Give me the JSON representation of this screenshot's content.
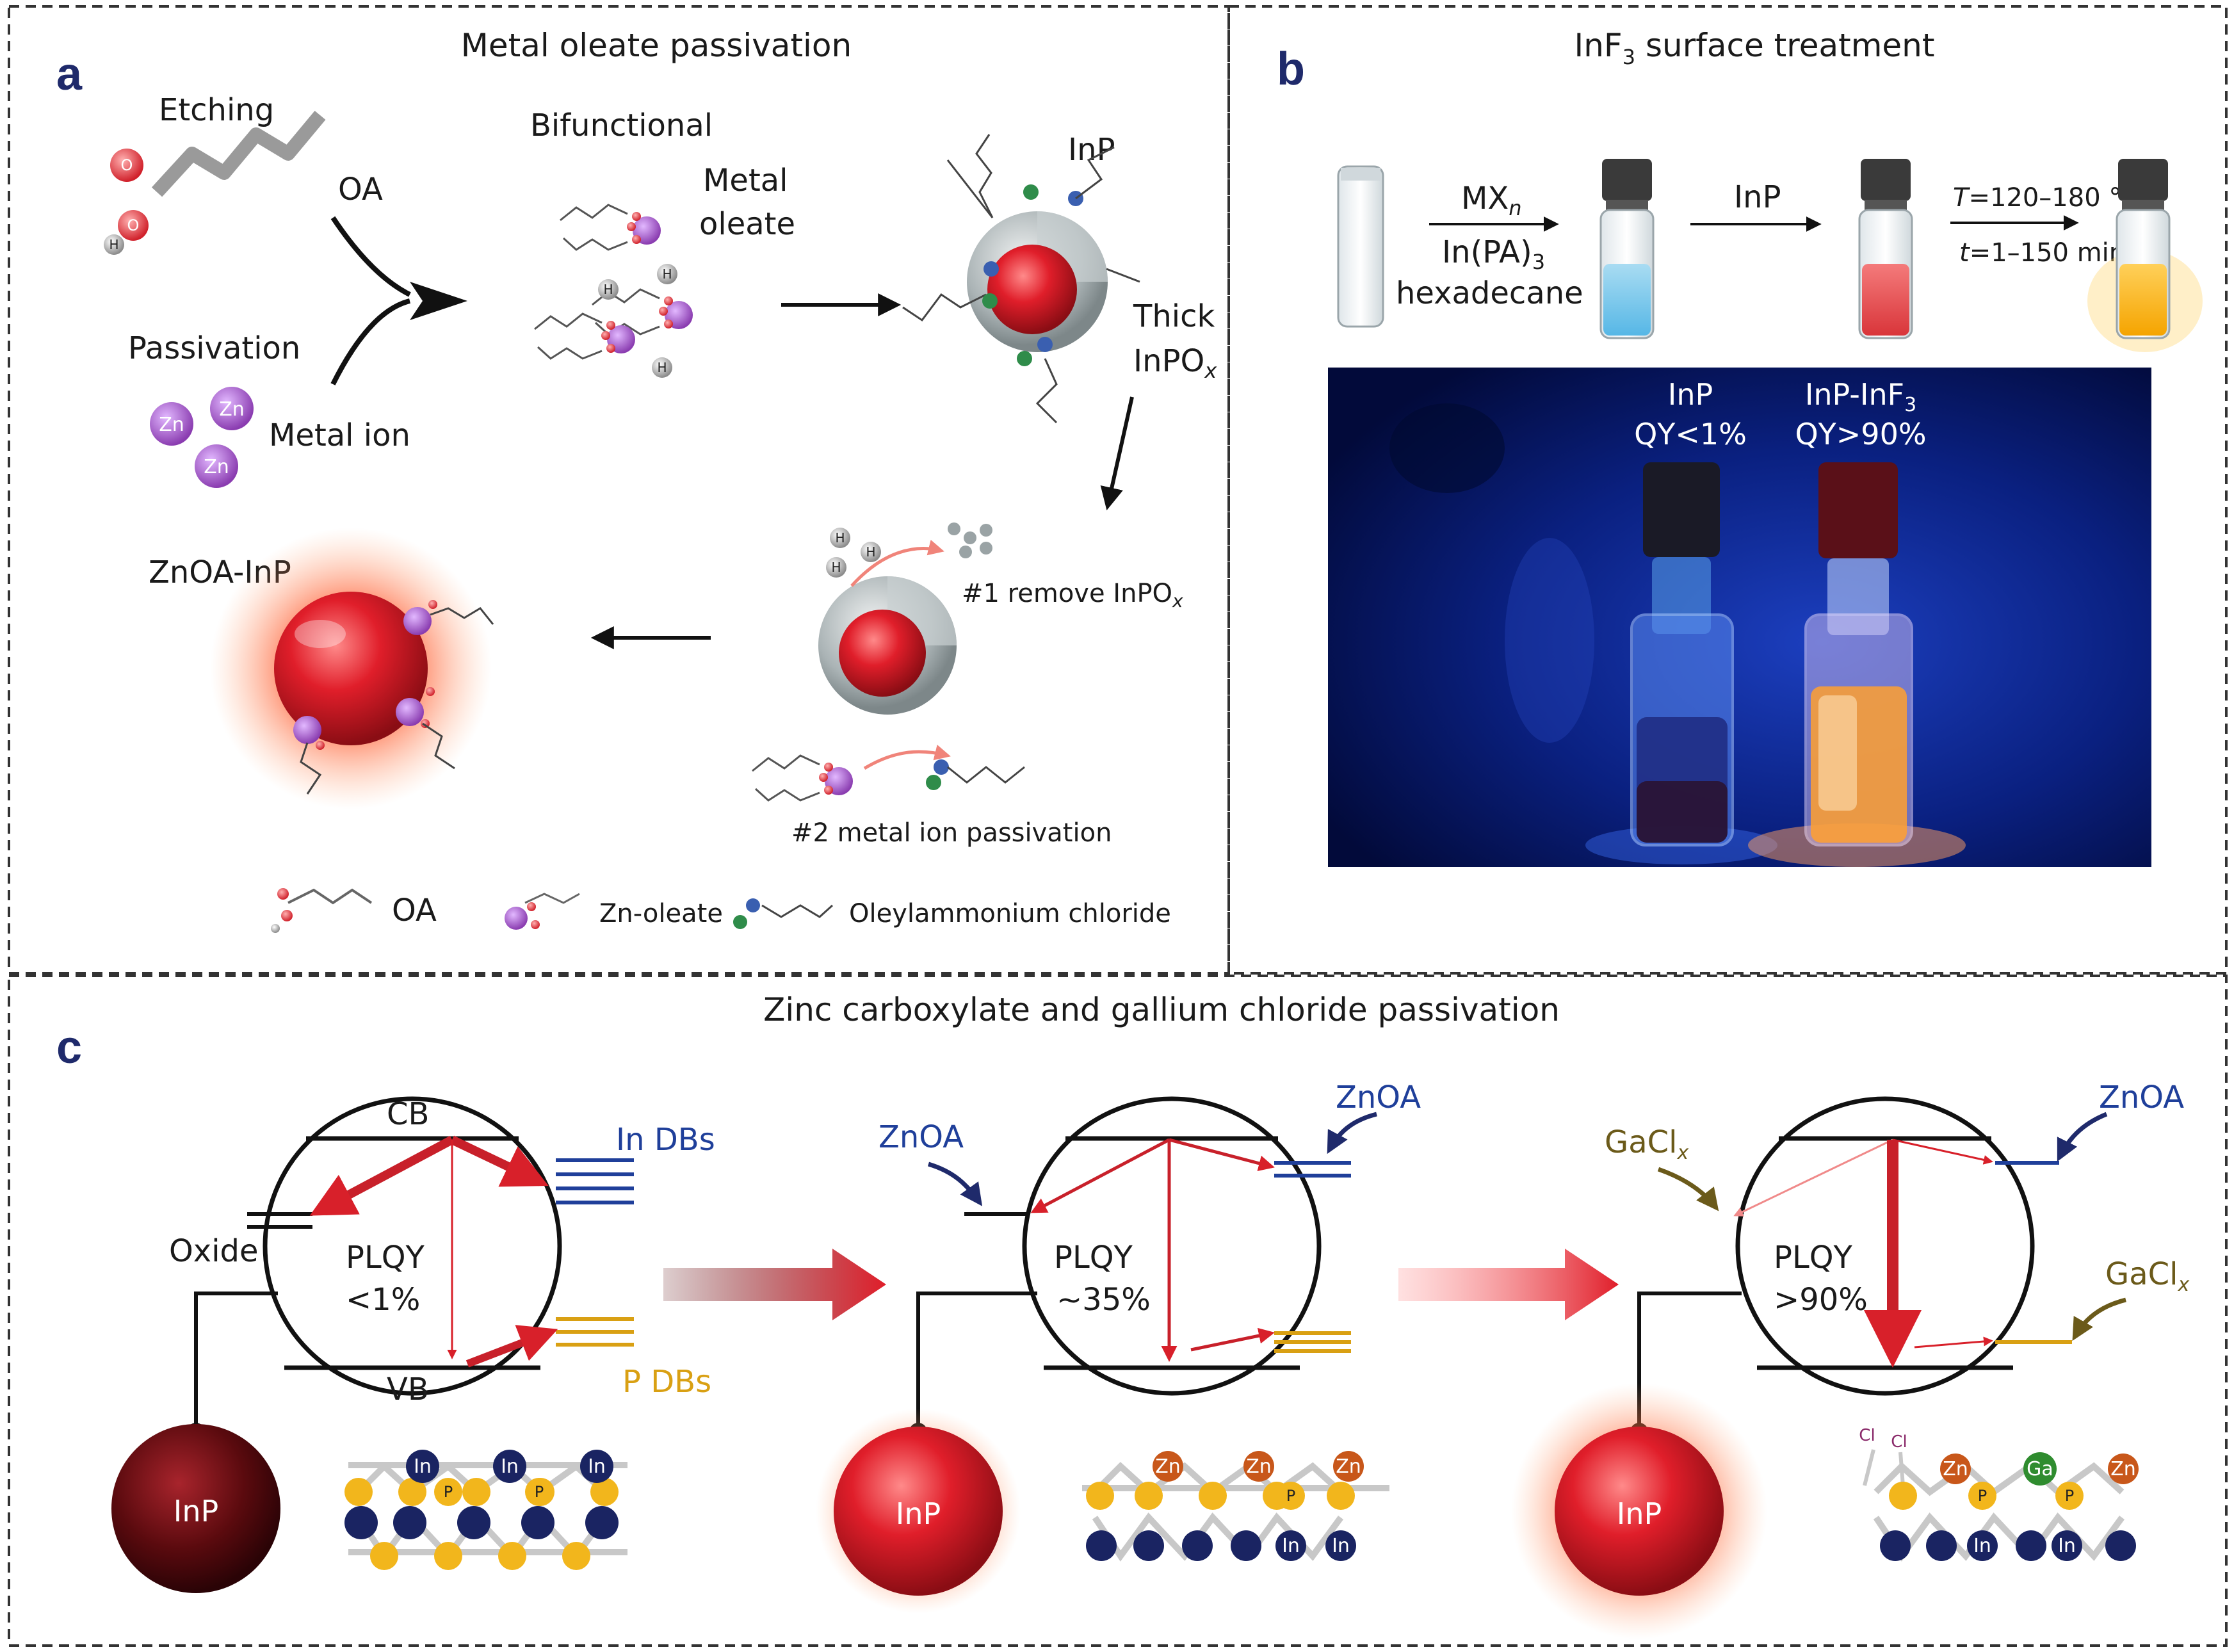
{
  "panel_a": {
    "letter": "a",
    "title": "Metal oleate passivation",
    "etching": "Etching",
    "oa": "OA",
    "passivation": "Passivation",
    "metal_ion": "Metal ion",
    "zn": "Zn",
    "h": "H",
    "o": "O",
    "bifunctional": "Bifunctional",
    "metal_oleate_1": "Metal",
    "metal_oleate_2": "oleate",
    "inp": "InP",
    "thick_1": "Thick",
    "thick_2": "InPO",
    "thick_sub": "x",
    "step1": "#1 remove InPO",
    "step1_sub": "x",
    "step2": "#2 metal ion passivation",
    "product": "ZnOA-InP",
    "legend": {
      "oa": "OA",
      "zn_oleate": "Zn-oleate",
      "oleylammonium": "Oleylammonium chloride"
    }
  },
  "panel_b": {
    "letter": "b",
    "title_pre": "InF",
    "title_sub": "3",
    "title_post": " surface treatment",
    "mx": "MX",
    "mx_sub": "n",
    "inpa": "In(PA)",
    "inpa_sub": "3",
    "hexadecane": "hexadecane",
    "inp_step": "InP",
    "temp_t": "T",
    "temp": "=120–180 °C",
    "time_t": "t",
    "time": "=1–150 min.",
    "photo_left_1": "InP",
    "photo_left_2": "QY<1%",
    "photo_right_1_pre": "InP-InF",
    "photo_right_1_sub": "3",
    "photo_right_2": "QY>90%"
  },
  "panel_c": {
    "letter": "c",
    "title": "Zinc carboxylate and gallium chloride passivation",
    "cb": "CB",
    "vb": "VB",
    "in_dbs": "In DBs",
    "p_dbs": "P DBs",
    "oxide": "Oxide",
    "plqy": "PLQY",
    "plqy1": "<1%",
    "plqy2": "~35%",
    "plqy3": ">90%",
    "znoa": "ZnOA",
    "gacl": "GaCl",
    "gacl_sub": "x",
    "inp": "InP",
    "atoms": {
      "in": "In",
      "p": "P",
      "zn": "Zn",
      "ga": "Ga",
      "cl": "Cl"
    }
  },
  "colors": {
    "navy": "#1f2a6b",
    "red": "#d8202a",
    "dark_red": "#5a0a0e",
    "gold": "#f2b61c",
    "dbs_blue": "#1f3f9a",
    "dbs_gold": "#d9a013",
    "zn_purple": "#9a4fc0",
    "zn_orange": "#c8571a",
    "ga_green": "#2f8c2f",
    "olive": "#6b5a1a"
  },
  "icons": [
    "arrow",
    "vial",
    "nanoparticle",
    "atom"
  ]
}
